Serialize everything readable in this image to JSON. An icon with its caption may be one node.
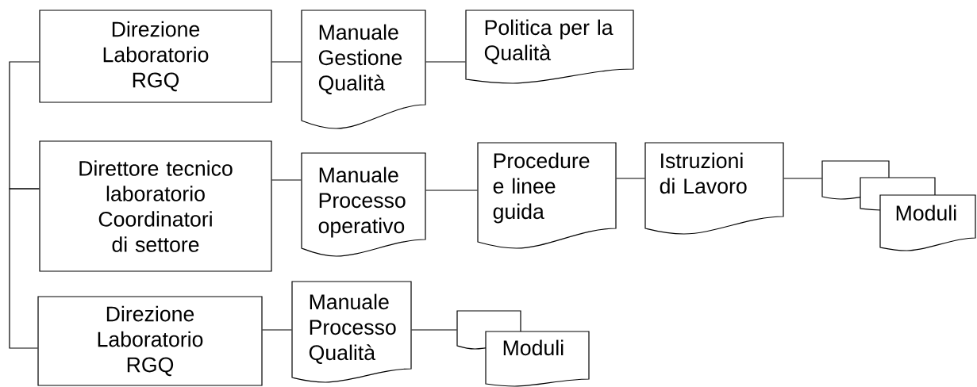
{
  "diagram": {
    "nodes": [
      {
        "text": [
          "Direzione Laboratorio RGQ"
        ]
      },
      {
        "text": [
          "Manuale Gestione Qualità"
        ]
      },
      {
        "text": [
          "Politica per la Qualità"
        ]
      },
      {
        "text": [
          "Direttore tecnico laboratorio Coordinatori di settore"
        ]
      },
      {
        "text": [
          "Manuale Processo operativo"
        ]
      },
      {
        "text": [
          "Procedure e linee guida"
        ]
      },
      {
        "text": [
          "Istruzioni di Lavoro"
        ]
      },
      {
        "text": [
          "Moduli"
        ]
      },
      {
        "text": [
          "Direzione Laboratorio RGQ"
        ]
      },
      {
        "text": [
          "Manuale Processo Qualità"
        ]
      },
      {
        "text": [
          "Moduli"
        ]
      }
    ],
    "edges": [
      {
        "from": 0,
        "to": 3,
        "arrow": "none"
      },
      {
        "from": 3,
        "to": 8,
        "arrow": "none"
      },
      {
        "from": 0,
        "to": 1,
        "arrow": "none"
      },
      {
        "from": 1,
        "to": 2,
        "arrow": "none"
      },
      {
        "from": 3,
        "to": 4,
        "arrow": "none"
      },
      {
        "from": 4,
        "to": 5,
        "arrow": "none"
      },
      {
        "from": 5,
        "to": 6,
        "arrow": "none"
      },
      {
        "from": 6,
        "to": 7,
        "arrow": "none"
      },
      {
        "from": 8,
        "to": 9,
        "arrow": "none"
      },
      {
        "from": 9,
        "to": 10,
        "arrow": "none"
      }
    ]
  }
}
